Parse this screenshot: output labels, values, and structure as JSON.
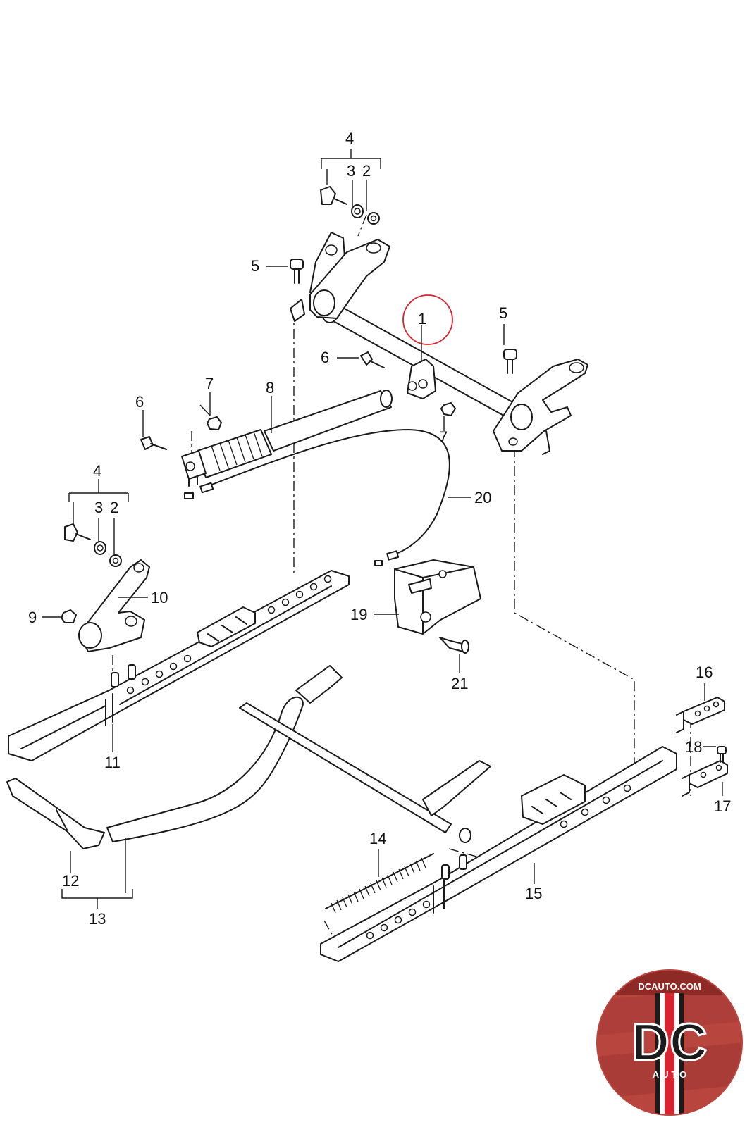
{
  "callouts": {
    "c1": "1",
    "c2a": "2",
    "c2b": "2",
    "c3a": "3",
    "c3b": "3",
    "c4a": "4",
    "c4b": "4",
    "c5a": "5",
    "c5b": "5",
    "c6a": "6",
    "c6b": "6",
    "c7a": "7",
    "c7b": "7",
    "c8": "8",
    "c9": "9",
    "c10": "10",
    "c11": "11",
    "c12": "12",
    "c13": "13",
    "c14": "14",
    "c15": "15",
    "c16": "16",
    "c17": "17",
    "c18": "18",
    "c19": "19",
    "c20": "20",
    "c21": "21"
  },
  "highlight": {
    "callout": "1",
    "color": "#d9232e"
  },
  "logo": {
    "top_text": "DCAUTO.COM",
    "main_text": "DC",
    "bottom_text": "AUTO",
    "colors": {
      "badge": "#b9453f",
      "badge_dark": "#8e2a26",
      "stripe": "#ffffff"
    }
  }
}
